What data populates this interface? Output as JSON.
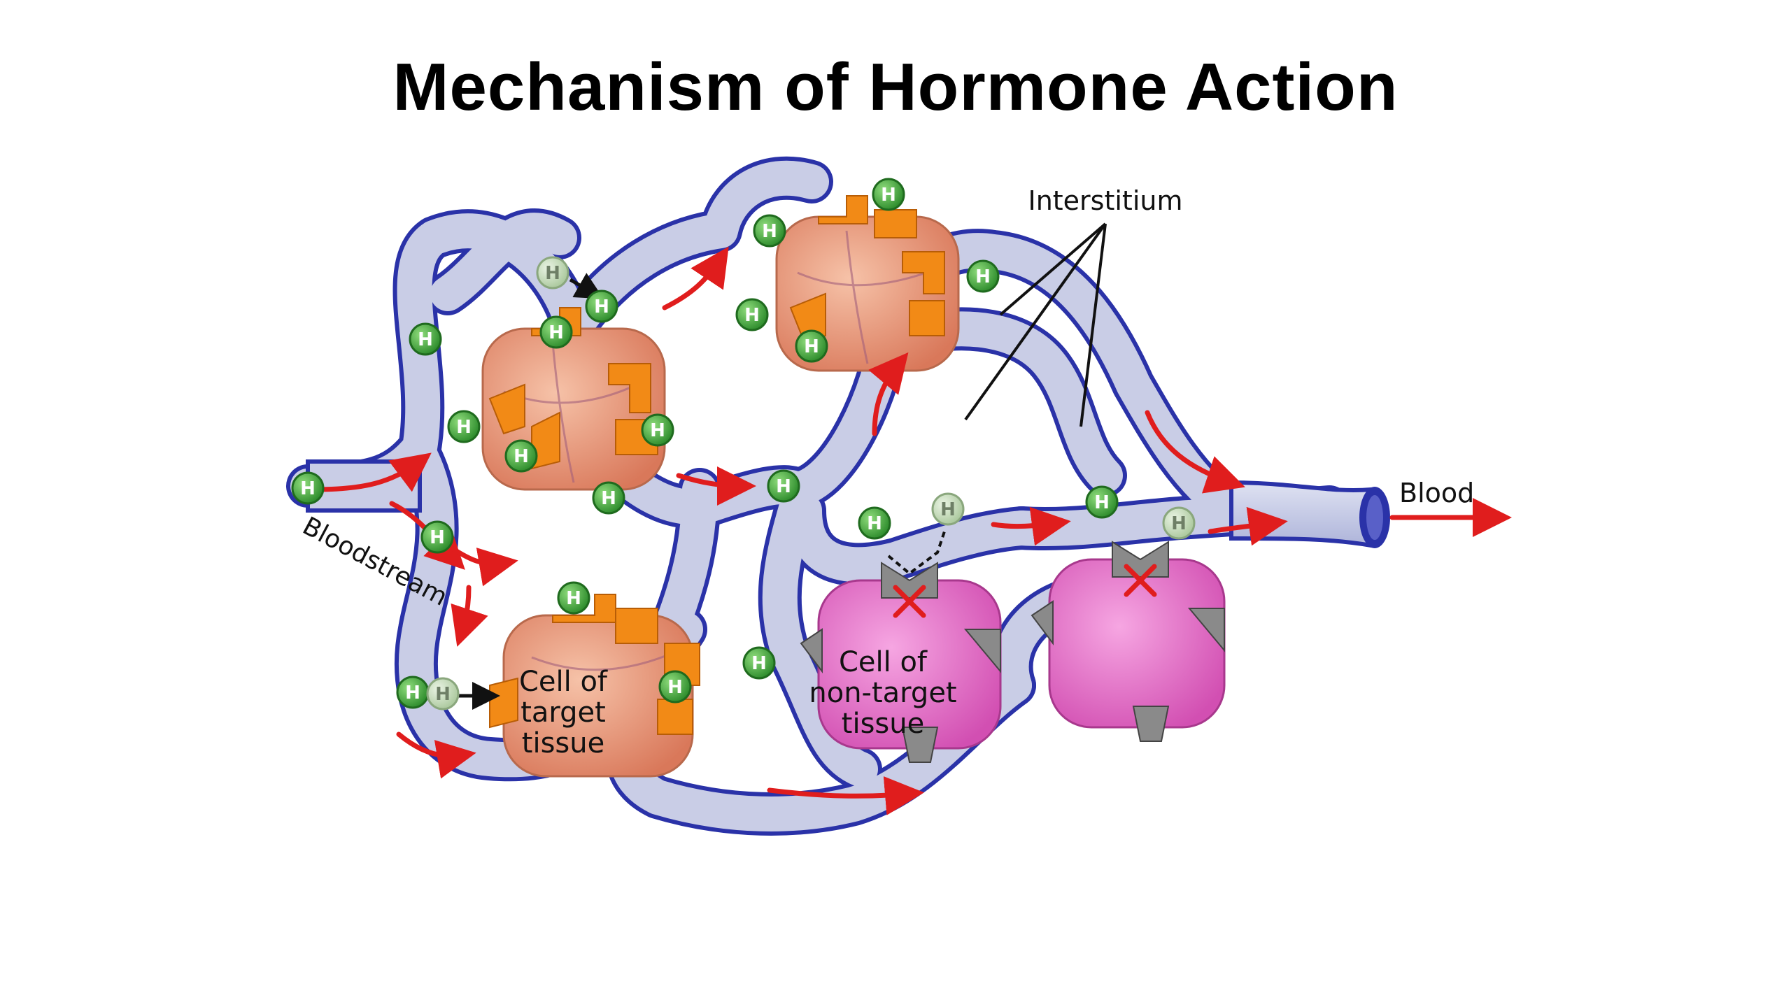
{
  "slide": {
    "title": "Mechanism of Hormone Action"
  },
  "labels": {
    "interstitium": "Interstitium",
    "blood": "Blood",
    "bloodstream": "Bloodstream",
    "target_cell": [
      "Cell of",
      "target",
      "tissue"
    ],
    "nontarget_cell": [
      "Cell of",
      "non-target",
      "tissue"
    ]
  },
  "hormone": {
    "symbol": "H"
  },
  "colors": {
    "vessel_fill": "#c9cde6",
    "vessel_outline": "#2a32a8",
    "flow_arrow": "#e01d1d",
    "hormone_green": "#3fa93a",
    "hormone_inactive": "#b9d6ad",
    "target_cell": "#e8926f",
    "receptor_orange": "#f28a16",
    "nontarget_cell": "#e26ac6",
    "receptor_gray": "#8a8a8a"
  }
}
